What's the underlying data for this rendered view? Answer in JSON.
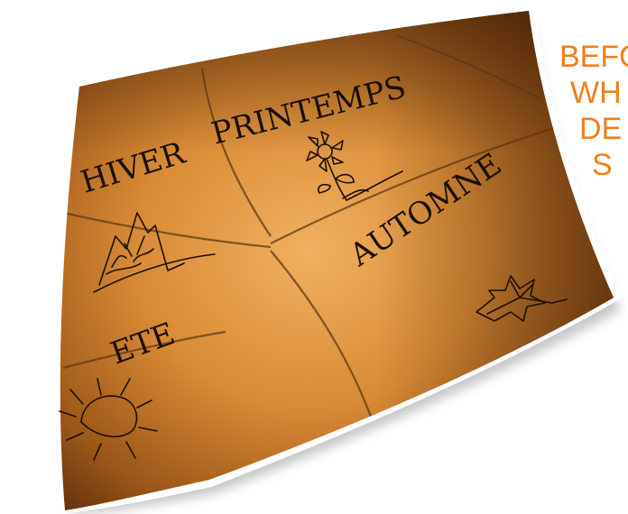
{
  "photo": {
    "labels": {
      "printemps": "PRINTEMPS",
      "hiver": "HIVER",
      "automne": "AUTOMNE",
      "ete": "ETE"
    },
    "icons": {
      "hiver": "mountain-icon",
      "printemps": "flower-icon",
      "automne": "leaf-icon",
      "ete": "sun-icon"
    },
    "colors": {
      "paper_light": "#f2b060",
      "paper_mid": "#d98a35",
      "paper_dark": "#5a2e0a",
      "ink": "#1c1006",
      "side_text": "#f07f1c"
    }
  },
  "side_text": {
    "lines": [
      "BEFO",
      "WH",
      "DE",
      "S"
    ]
  }
}
